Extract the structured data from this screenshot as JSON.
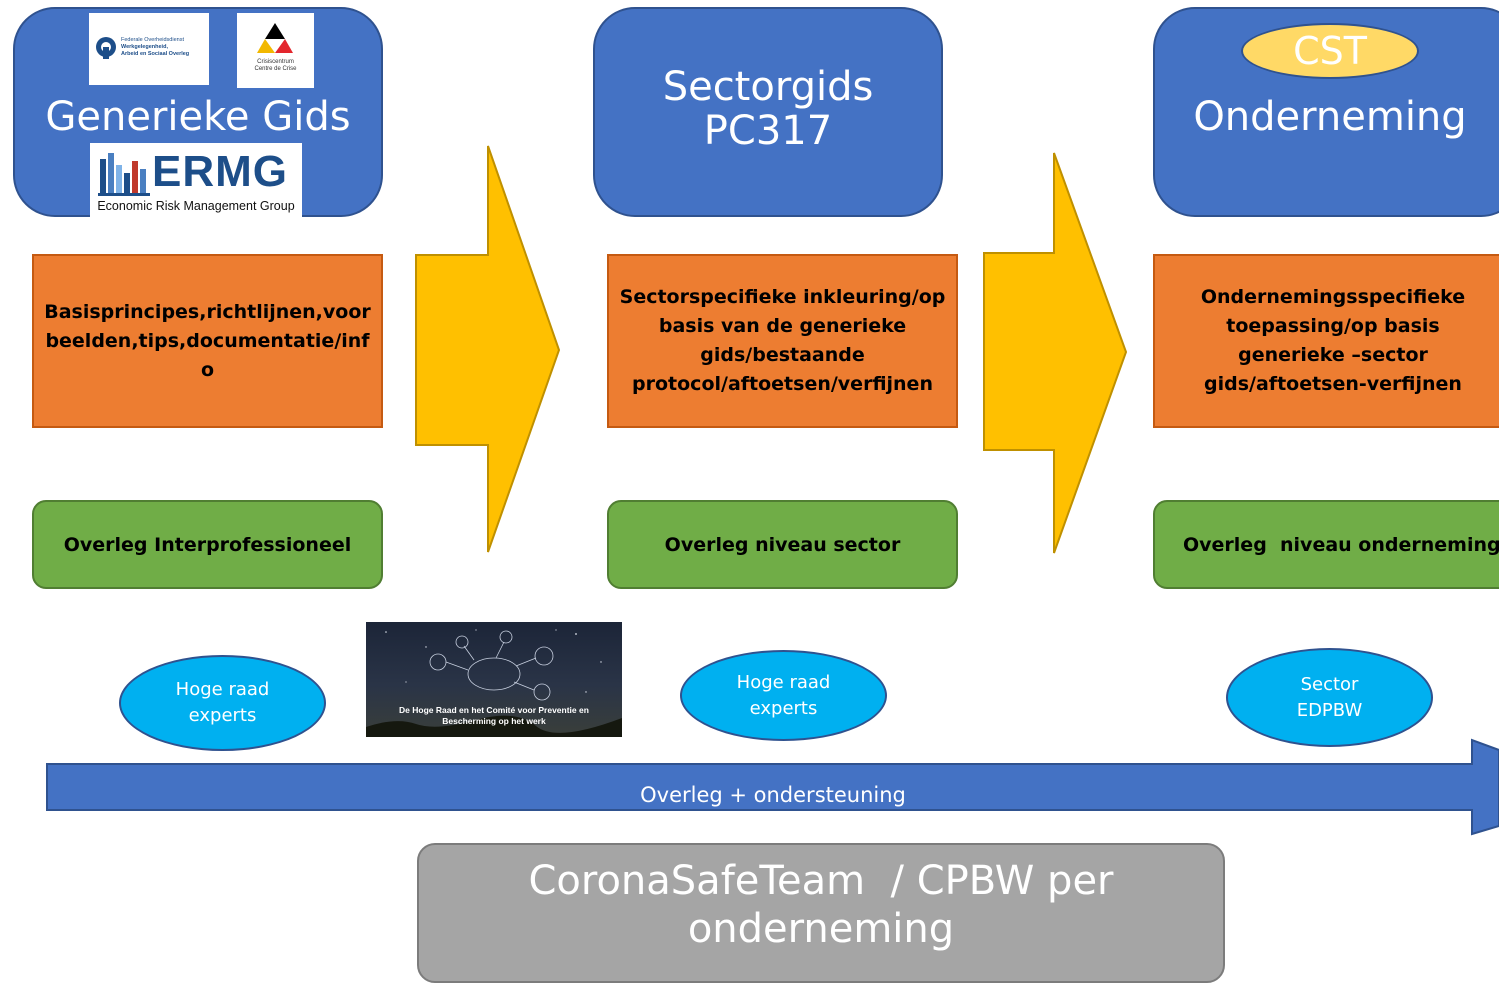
{
  "columns": [
    {
      "title": "Generieke Gids",
      "logos": {
        "fod": [
          "Federale Overheidsdienst",
          "Werkgelegenheid,",
          "Arbeid en Sociaal Overleg"
        ],
        "crisis": [
          "Crisiscentrum",
          "Centre de Crise"
        ],
        "ermg": {
          "name": "ERMG",
          "subtitle": "Economic Risk Management Group"
        }
      },
      "description": "Basisprincipes,richtlijnen,voorbeelden,tips,documentatie/info",
      "overleg": "Overleg Interprofessioneel",
      "ellipse": [
        "Hoge raad",
        "experts"
      ]
    },
    {
      "title_lines": [
        "Sectorgids",
        "PC317"
      ],
      "description": "Sectorspecifieke inkleuring/op basis van de  generieke gids/bestaande protocol/aftoetsen/verfijnen",
      "overleg": "Overleg niveau sector",
      "ellipse": [
        "Hoge raad",
        "experts"
      ]
    },
    {
      "badge": "CST",
      "title": "Onderneming",
      "description": "Ondernemingsspecifieke toepassing/op basis generieke –sector gids/aftoetsen-verfijnen",
      "overleg": "Overleg  niveau onderneming",
      "ellipse": [
        "Sector",
        "EDPBW"
      ]
    }
  ],
  "prezi_caption": [
    "De Hoge Raad en het Comité voor Preventie en",
    "Bescherming op het werk"
  ],
  "arrow_label": "Overleg + ondersteuning",
  "bottom_box": [
    "CoronaSafeTeam  / CPBW per",
    "onderneming"
  ],
  "colors": {
    "blue": "#4472c4",
    "orange": "#ed7d31",
    "green": "#70ad47",
    "yellow": "#ffc000",
    "cyan": "#00b0f0",
    "grey": "#a5a5a5",
    "badge": "#ffd966"
  }
}
